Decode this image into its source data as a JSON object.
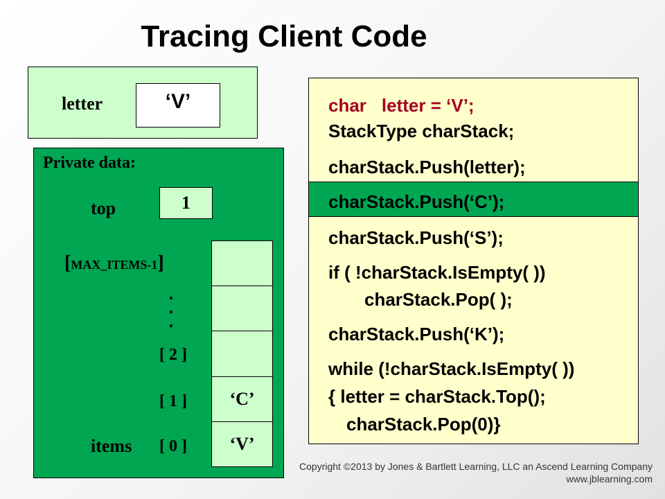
{
  "title": "Tracing Client Code",
  "letter_var": {
    "label": "letter",
    "value": "‘V’"
  },
  "private": {
    "title": "Private data:",
    "top_label": "top",
    "top_value": "1",
    "max_index_open": "[",
    "max_index_text": "MAX_ITEMS-1",
    "max_index_close": "]",
    "dots": [
      ".",
      ".",
      "."
    ],
    "index_2": "[ 2 ]",
    "index_1": "[ 1 ]",
    "index_0": "[ 0 ]",
    "items_label": "items",
    "cells": [
      "",
      "",
      "",
      "‘C’",
      "‘V’"
    ]
  },
  "code": {
    "line1_type": "char",
    "line1_rest": "letter = ‘V’;",
    "lines": [
      "StackType  charStack;",
      "charStack.Push(letter);",
      "charStack.Push(‘C’);",
      "charStack.Push(‘S’);",
      "if ( !charStack.IsEmpty( ))",
      "charStack.Pop( );",
      "charStack.Push(‘K’);",
      "while (!charStack.IsEmpty( ))",
      "{ letter = charStack.Top();",
      "charStack.Pop(0)}"
    ],
    "highlight_color": "#00a651"
  },
  "copyright": {
    "line1": "Copyright ©2013 by Jones & Bartlett Learning, LLC an Ascend Learning Company",
    "line2": "www.jblearning.com"
  }
}
